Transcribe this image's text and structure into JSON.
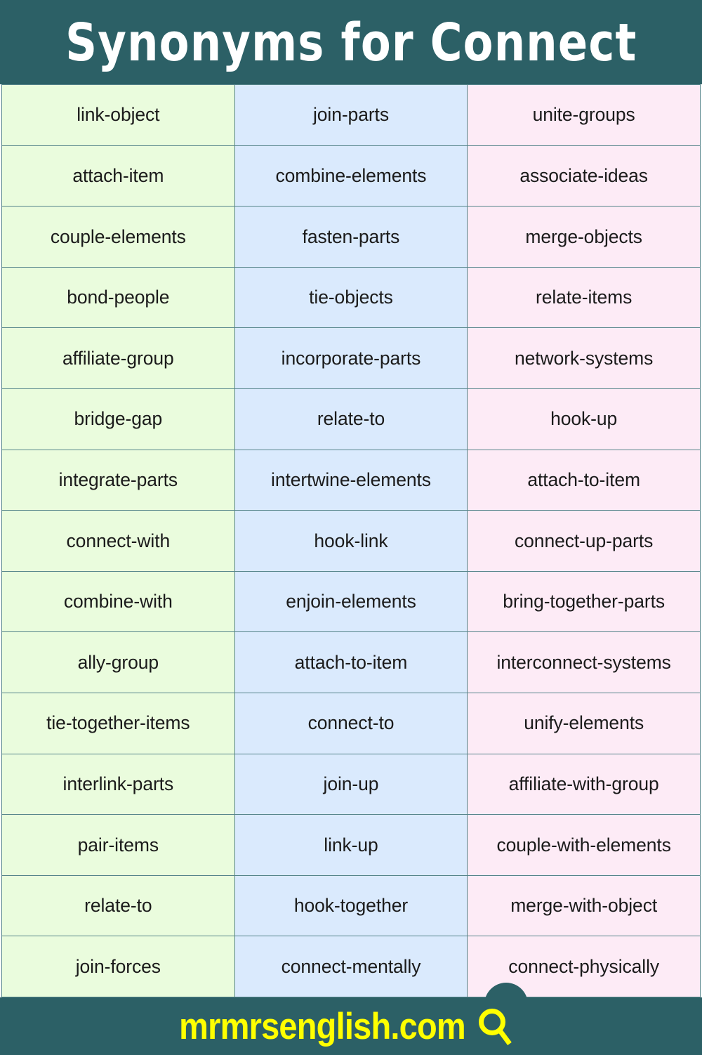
{
  "header": {
    "title": "Synonyms for Connect",
    "background_color": "#2c6066",
    "text_color": "#ffffff"
  },
  "colors": {
    "teal": "#2c6066",
    "column_a": "#eafcdd",
    "column_b": "#daeafd",
    "column_c": "#fdebf6",
    "grid_border": "#55848a",
    "cell_text": "#1b1b1b",
    "footer_text": "#ffff00"
  },
  "table": {
    "columns": 3,
    "rows": [
      {
        "a": "link-object",
        "b": "join-parts",
        "c": "unite-groups"
      },
      {
        "a": "attach-item",
        "b": "combine-elements",
        "c": "associate-ideas"
      },
      {
        "a": "couple-elements",
        "b": "fasten-parts",
        "c": "merge-objects"
      },
      {
        "a": "bond-people",
        "b": "tie-objects",
        "c": "relate-items"
      },
      {
        "a": "affiliate-group",
        "b": "incorporate-parts",
        "c": "network-systems"
      },
      {
        "a": "bridge-gap",
        "b": "relate-to",
        "c": "hook-up"
      },
      {
        "a": "integrate-parts",
        "b": "intertwine-elements",
        "c": "attach-to-item"
      },
      {
        "a": "connect-with",
        "b": "hook-link",
        "c": "connect-up-parts"
      },
      {
        "a": "combine-with",
        "b": "enjoin-elements",
        "c": "bring-together-parts"
      },
      {
        "a": "ally-group",
        "b": "attach-to-item",
        "c": "interconnect-systems"
      },
      {
        "a": "tie-together-items",
        "b": "connect-to",
        "c": "unify-elements"
      },
      {
        "a": "interlink-parts",
        "b": "join-up",
        "c": "affiliate-with-group"
      },
      {
        "a": "pair-items",
        "b": "link-up",
        "c": "couple-with-elements"
      },
      {
        "a": "relate-to",
        "b": "hook-together",
        "c": "merge-with-object"
      },
      {
        "a": "join-forces",
        "b": "connect-mentally",
        "c": "connect-physically"
      }
    ]
  },
  "footer": {
    "website": "mrmrsenglish.com",
    "icon": "search-icon",
    "background_color": "#2c6066",
    "text_color": "#ffff00"
  }
}
